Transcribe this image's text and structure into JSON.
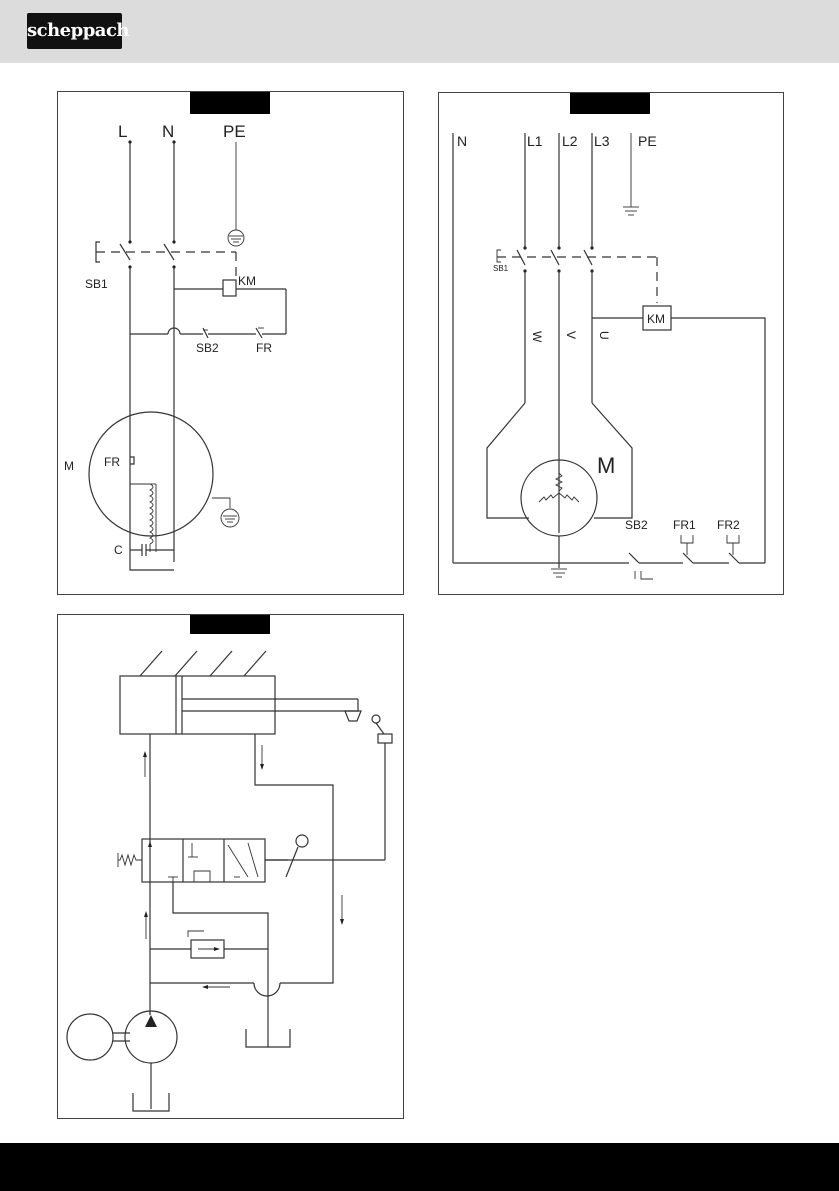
{
  "header": {
    "logo_text": "scheppach"
  },
  "diagram1": {
    "labels": {
      "L": "L",
      "N": "N",
      "PE": "PE",
      "KM": "KM",
      "SB1": "SB1",
      "SB2": "SB2",
      "FR": "FR",
      "FR_motor": "FR",
      "M": "M",
      "C": "C"
    }
  },
  "diagram2": {
    "labels": {
      "N": "N",
      "L1": "L1",
      "L2": "L2",
      "L3": "L3",
      "PE": "PE",
      "SB1": "SB1",
      "KM": "KM",
      "W": "W",
      "V": "V",
      "U": "U",
      "M": "M",
      "SB2": "SB2",
      "FR1": "FR1",
      "FR2": "FR2"
    }
  }
}
